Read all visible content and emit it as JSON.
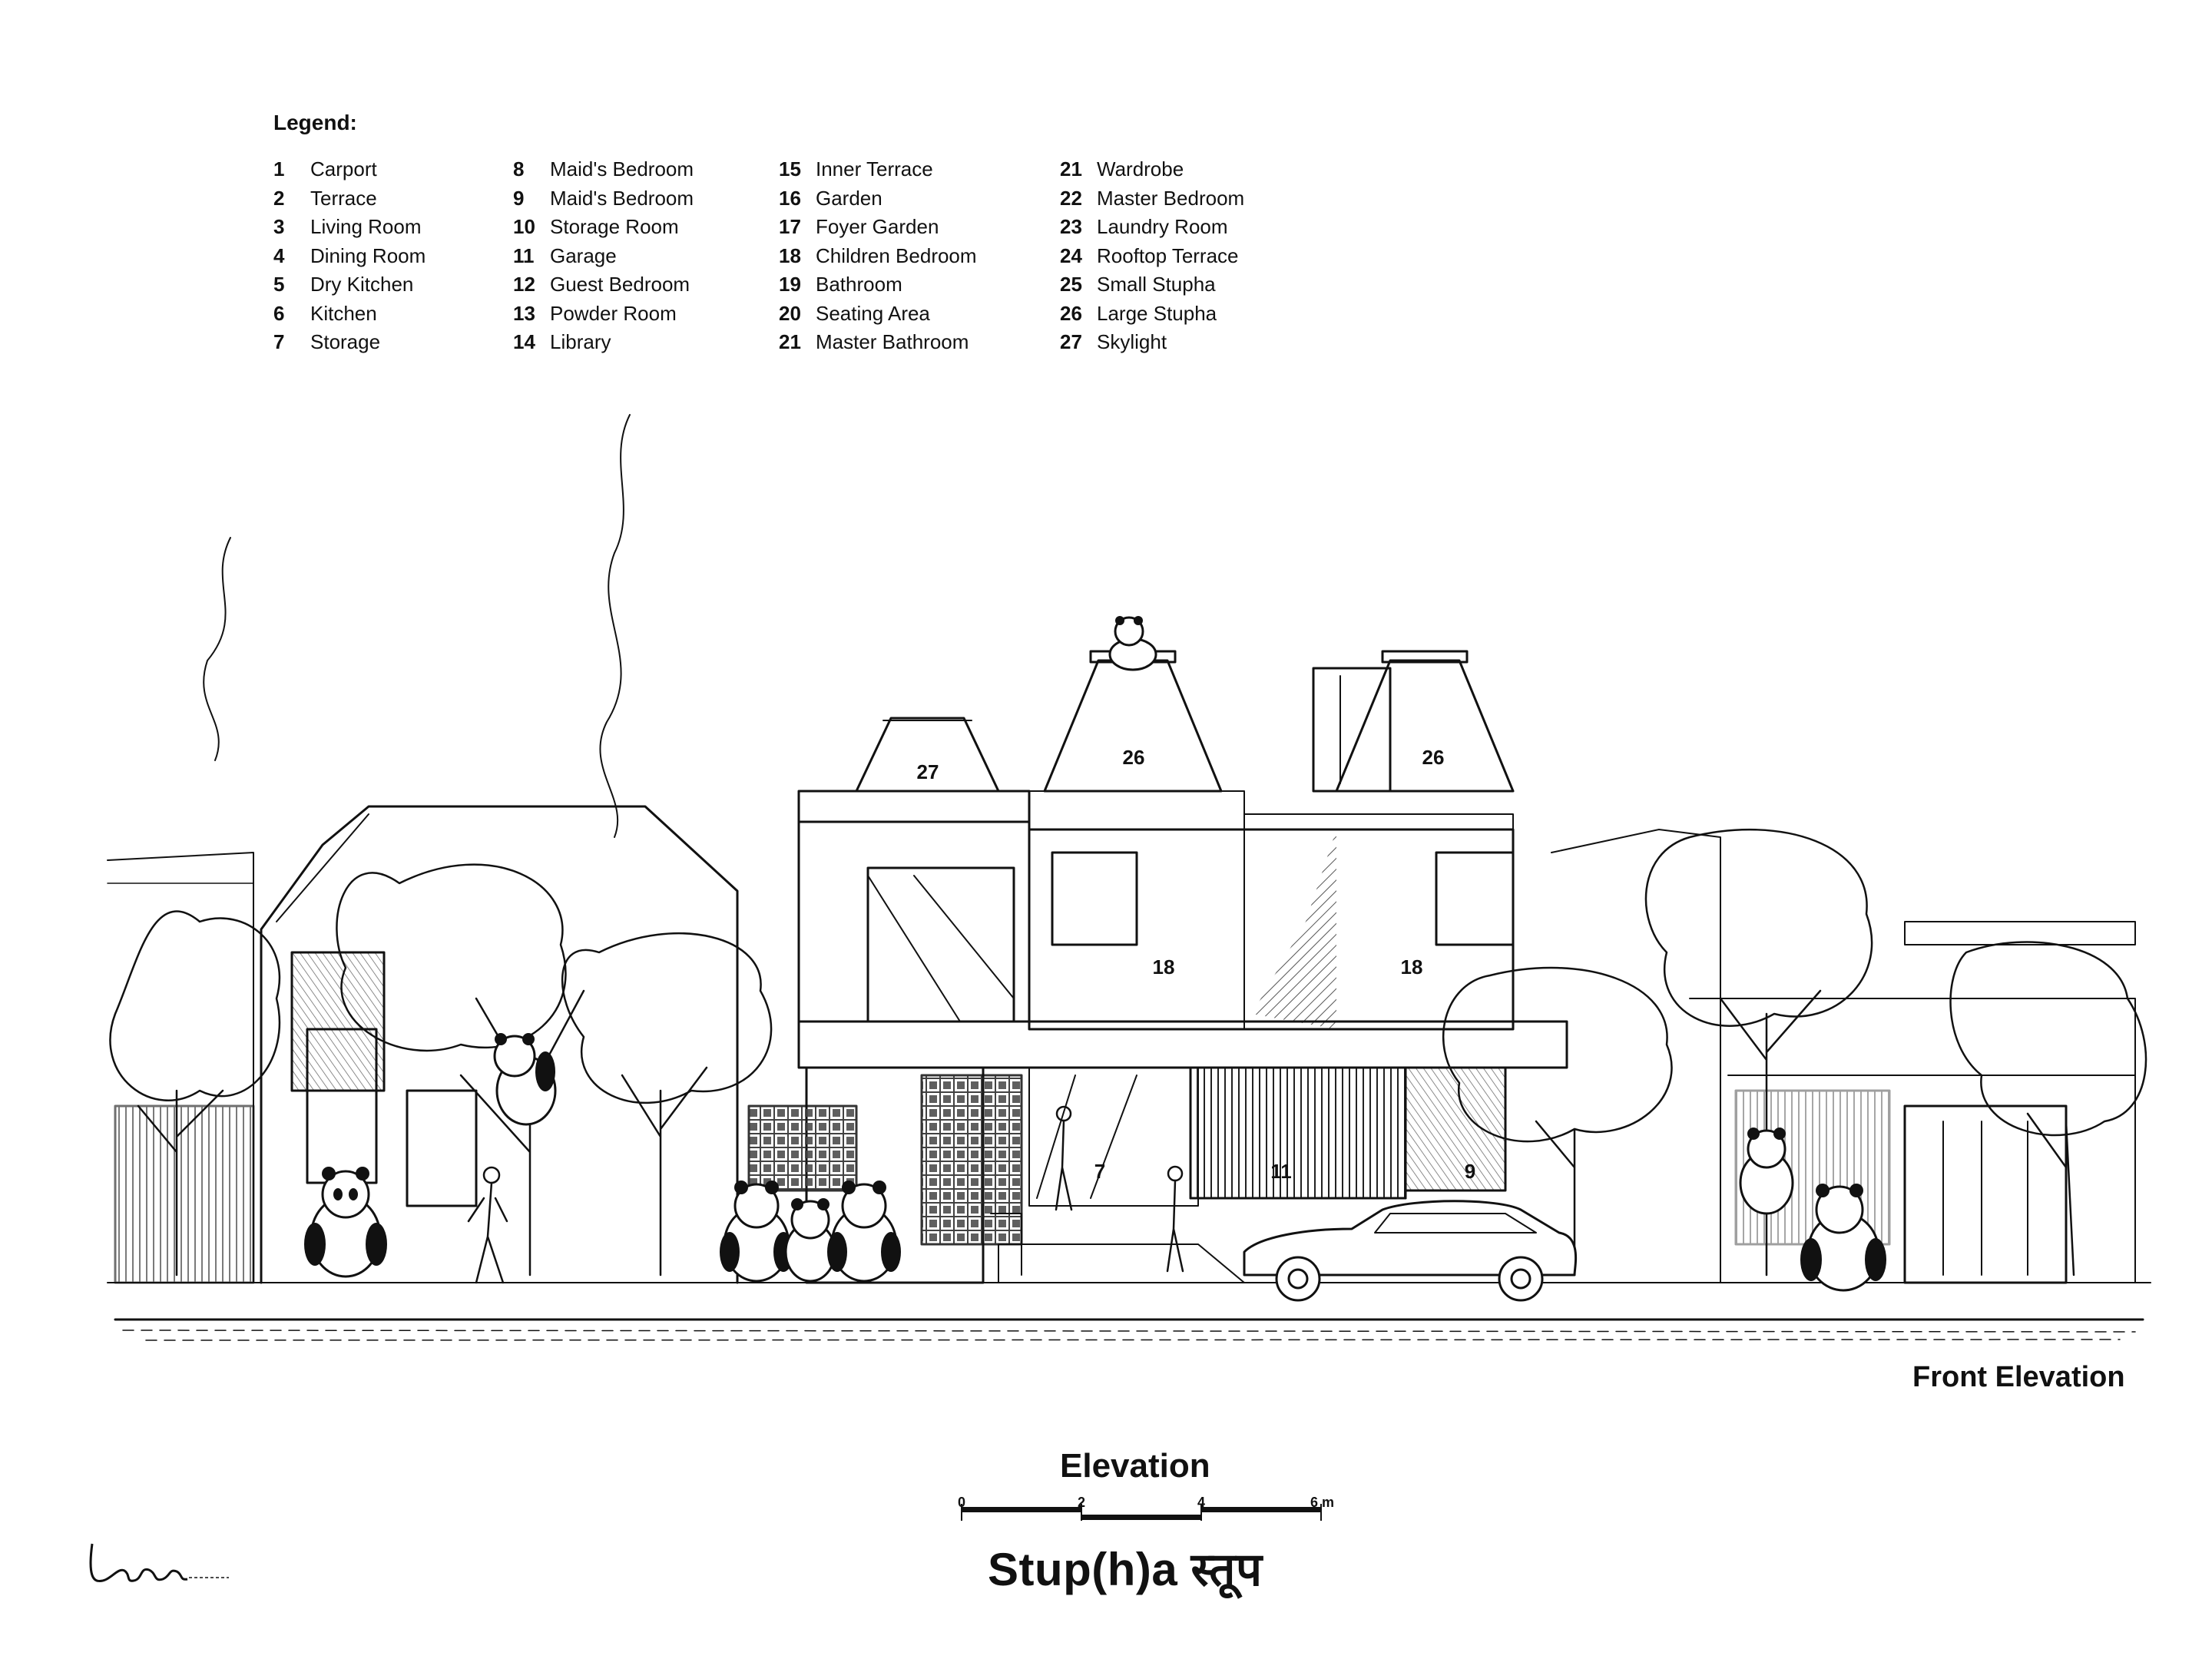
{
  "legend": {
    "title": "Legend:",
    "columns": [
      [
        {
          "num": "1",
          "label": "Carport"
        },
        {
          "num": "2",
          "label": "Terrace"
        },
        {
          "num": "3",
          "label": "Living Room"
        },
        {
          "num": "4",
          "label": "Dining Room"
        },
        {
          "num": "5",
          "label": "Dry Kitchen"
        },
        {
          "num": "6",
          "label": "Kitchen"
        },
        {
          "num": "7",
          "label": "Storage"
        }
      ],
      [
        {
          "num": "8",
          "label": "Maid's Bedroom"
        },
        {
          "num": "9",
          "label": "Maid's Bedroom"
        },
        {
          "num": "10",
          "label": "Storage Room"
        },
        {
          "num": "11",
          "label": "Garage"
        },
        {
          "num": "12",
          "label": "Guest Bedroom"
        },
        {
          "num": "13",
          "label": "Powder Room"
        },
        {
          "num": "14",
          "label": "Library"
        }
      ],
      [
        {
          "num": "15",
          "label": "Inner Terrace"
        },
        {
          "num": "16",
          "label": "Garden"
        },
        {
          "num": "17",
          "label": "Foyer Garden"
        },
        {
          "num": "18",
          "label": "Children Bedroom"
        },
        {
          "num": "19",
          "label": "Bathroom"
        },
        {
          "num": "20",
          "label": "Seating Area"
        },
        {
          "num": "21",
          "label": "Master Bathroom"
        }
      ],
      [
        {
          "num": "21",
          "label": "Wardrobe"
        },
        {
          "num": "22",
          "label": "Master Bedroom"
        },
        {
          "num": "23",
          "label": "Laundry Room"
        },
        {
          "num": "24",
          "label": "Rooftop Terrace"
        },
        {
          "num": "25",
          "label": "Small Stupha"
        },
        {
          "num": "26",
          "label": "Large Stupha"
        },
        {
          "num": "27",
          "label": "Skylight"
        }
      ]
    ]
  },
  "drawing_labels": {
    "skylight": "27",
    "stupha_left": "26",
    "stupha_right": "26",
    "children_left": "18",
    "children_right": "18",
    "storage": "7",
    "garage": "11",
    "maid": "9"
  },
  "front_elevation_label": "Front Elevation",
  "elevation_title": "Elevation",
  "scale_bar": {
    "labels": [
      "0",
      "2",
      "4",
      "6 m"
    ]
  },
  "project_title": "Stup(h)a स्तूप",
  "colors": {
    "ink": "#111111",
    "paper": "#ffffff",
    "hatch": "#555555"
  }
}
